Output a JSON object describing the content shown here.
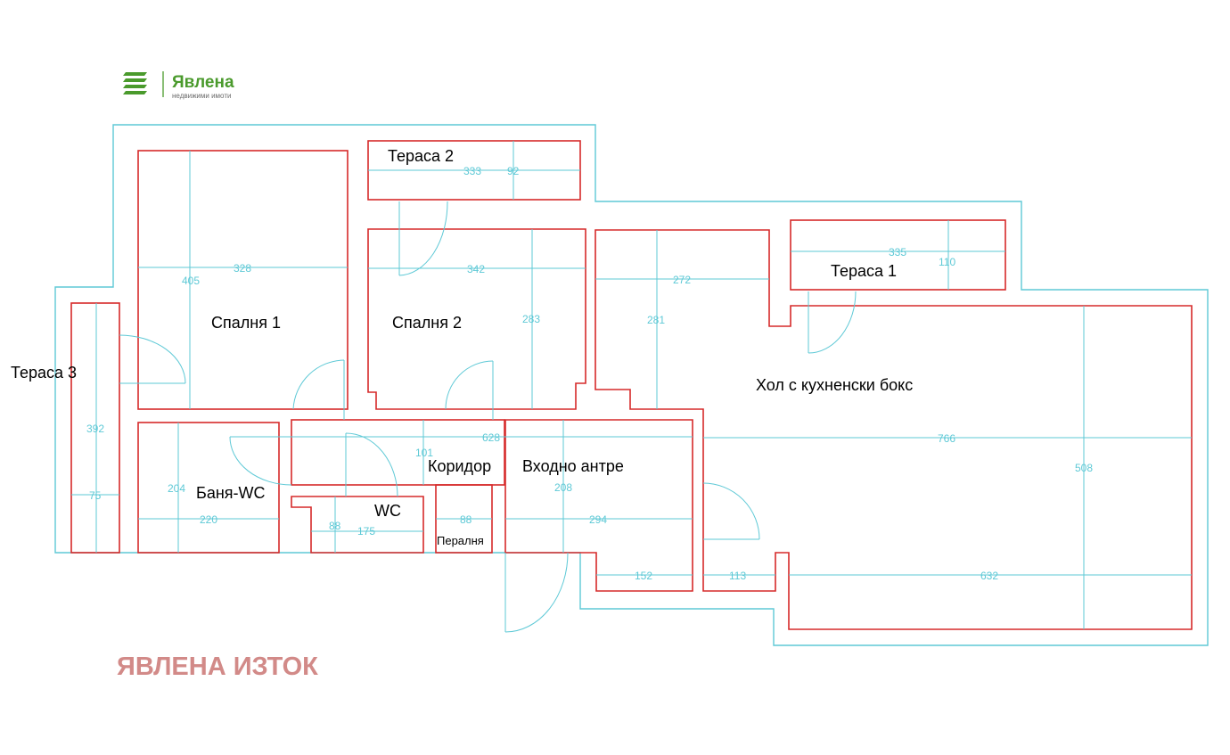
{
  "logo": {
    "name": "Явлена",
    "subtitle": "недвижими имоти"
  },
  "watermark": "ЯВЛЕНА ИЗТОК",
  "rooms": {
    "bedroom1": "Спалня 1",
    "bedroom2": "Спалня 2",
    "terrace1": "Тераса 1",
    "terrace2": "Тераса 2",
    "terrace3": "Тераса 3",
    "living": "Хол с кухненски бокс",
    "bath": "Баня-WC",
    "corridor": "Коридор",
    "entrance": "Входно антре",
    "wc": "WC",
    "laundry": "Пералня"
  },
  "dimensions": {
    "terrace2_w": "333",
    "terrace2_h": "92",
    "bedroom1_w": "328",
    "bedroom1_h": "405",
    "bedroom2_w": "342",
    "bedroom2_h": "283",
    "kitchen_w": "272",
    "kitchen_h": "281",
    "terrace1_w": "335",
    "terrace1_h": "110",
    "terrace3_h": "392",
    "terrace3_w": "75",
    "bath_h": "204",
    "bath_w": "220",
    "corridor_w": "628",
    "corridor_h": "101",
    "wc_h": "88",
    "wc_w": "175",
    "laundry_w": "88",
    "entrance_h": "208",
    "entrance_w": "294",
    "entrance_bottom_w": "152",
    "living_w": "766",
    "living_h": "508",
    "living_bottom_w": "632",
    "gap_w": "113"
  },
  "colors": {
    "walls": "#d62a2a",
    "outline": "#5ec9d6",
    "logo": "#4a9a2c",
    "watermark": "#d28a88"
  }
}
